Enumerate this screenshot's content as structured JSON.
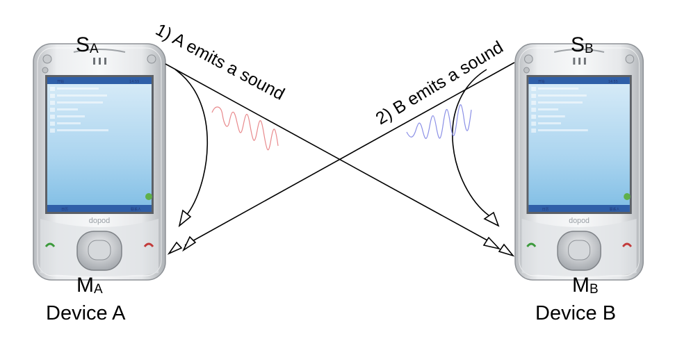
{
  "devices": [
    {
      "caption": "Device A",
      "speaker": {
        "letter": "S",
        "subscript": "A"
      },
      "mic": {
        "letter": "M",
        "subscript": "A"
      },
      "brand": "dopod",
      "screen_time": "14:55",
      "soft_keys": [
        "日历",
        "联系人"
      ]
    },
    {
      "caption": "Device B",
      "speaker": {
        "letter": "S",
        "subscript": "B"
      },
      "mic": {
        "letter": "M",
        "subscript": "B"
      },
      "brand": "dopod",
      "screen_time": "14:55",
      "soft_keys": [
        "日历",
        "联系人"
      ]
    }
  ],
  "steps": [
    {
      "label": "1) A emits a sound",
      "wave_color": "#e8898c"
    },
    {
      "label": "2) B emits a sound",
      "wave_color": "#8a8fe6"
    }
  ]
}
